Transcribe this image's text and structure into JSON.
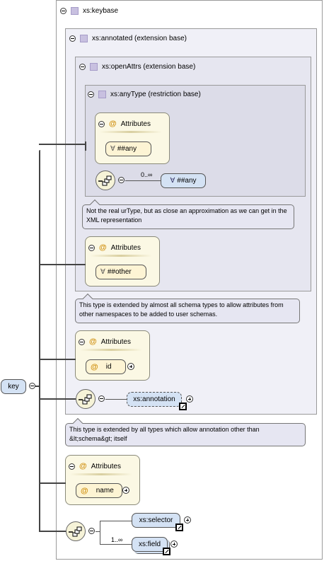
{
  "diagram": {
    "root": {
      "label": "key"
    },
    "types": {
      "keybase": {
        "label": "xs:keybase"
      },
      "annotated": {
        "label": "xs:annotated (extension base)"
      },
      "open_attrs": {
        "label": "xs:openAttrs (extension base)"
      },
      "any_type": {
        "label": "xs:anyType (restriction base)"
      }
    },
    "attributes_label": "Attributes",
    "any_type_attr": {
      "label": "##any"
    },
    "any_type_particle": {
      "occurs": "0..∞",
      "label": "##any"
    },
    "any_type_note": "Not the real urType, but as close an approximation as we can get in the XML representation",
    "open_attrs_attr": {
      "label": "##other"
    },
    "open_attrs_note": "This type is extended by almost all schema types to allow attributes from other namespaces to be added to user schemas.",
    "annotated_attr": {
      "label": "id"
    },
    "annotated_particle": {
      "label": "xs:annotation"
    },
    "annotated_note": "This type is extended by all types which allow annotation other than &lt;schema&gt; itself",
    "keybase_attr": {
      "label": "name"
    },
    "keybase_sequence": {
      "selector": {
        "label": "xs:selector"
      },
      "field": {
        "label": "xs:field",
        "occurs": "1..∞"
      }
    },
    "colors": {
      "attribute_fill": "#fdf4d4",
      "element_fill": "#d4e2f4",
      "note_fill": "#e6e6f2",
      "type_marker": "#c8c0e0",
      "at_sign": "#d09010"
    }
  }
}
